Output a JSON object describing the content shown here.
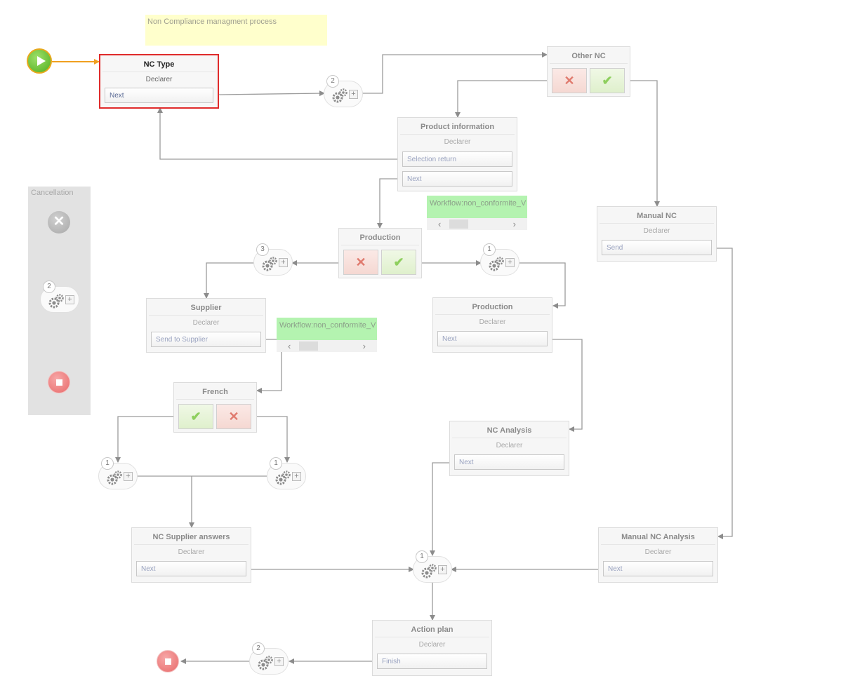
{
  "note": "Non Compliance managment process",
  "cancellation": {
    "title": "Cancellation",
    "gateway_count": "2",
    "cancel_icon": "close-icon",
    "end_icon": "stop-icon"
  },
  "icons": {
    "start": "play-icon",
    "end": "stop-icon",
    "gear": "gear-icon",
    "plus": "plus-icon",
    "reject": "close-icon",
    "approve": "check-icon"
  },
  "colors": {
    "selected_border": "#e02b2b",
    "start_fill": "#4fae1e",
    "start_ring": "#e8a81c",
    "end_fill": "#e86a6a",
    "workflow_bg": "#b4f3b0",
    "note_bg": "#ffffcc"
  },
  "boxes": {
    "nc_type": {
      "title": "NC Type",
      "role": "Declarer",
      "button": "Next"
    },
    "other_nc": {
      "title": "Other NC"
    },
    "product_info": {
      "title": "Product information",
      "role": "Declarer",
      "button1": "Selection return",
      "button2": "Next"
    },
    "production_decision": {
      "title": "Production"
    },
    "manual_nc": {
      "title": "Manual NC",
      "role": "Declarer",
      "button": "Send"
    },
    "supplier": {
      "title": "Supplier",
      "role": "Declarer",
      "button": "Send to Supplier"
    },
    "production": {
      "title": "Production",
      "role": "Declarer",
      "button": "Next"
    },
    "french": {
      "title": "French"
    },
    "nc_analysis": {
      "title": "NC Analysis",
      "role": "Declarer",
      "button": "Next"
    },
    "nc_supplier_answers": {
      "title": "NC Supplier answers",
      "role": "Declarer",
      "button": "Next"
    },
    "manual_nc_analysis": {
      "title": "Manual NC Analysis",
      "role": "Declarer",
      "button": "Next"
    },
    "action_plan": {
      "title": "Action plan",
      "role": "Declarer",
      "button": "Finish"
    }
  },
  "workflows": [
    {
      "label": "Workflow:non_conformite_V"
    },
    {
      "label": "Workflow:non_conformite_V"
    }
  ],
  "gateways": [
    {
      "count": "2"
    },
    {
      "count": "3"
    },
    {
      "count": "1"
    },
    {
      "count": "1"
    },
    {
      "count": "1"
    },
    {
      "count": "1"
    },
    {
      "count": "2"
    }
  ]
}
